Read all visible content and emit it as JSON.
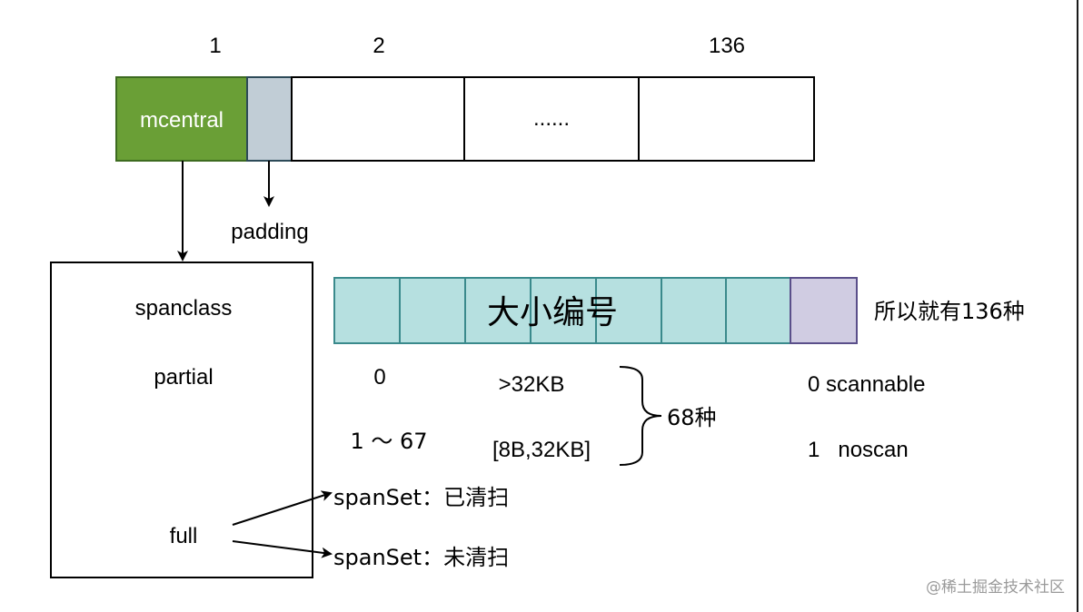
{
  "top_array": {
    "indices": [
      "1",
      "2",
      "136"
    ],
    "mcentral_label": "mcentral",
    "ellipsis": "......",
    "padding_label": "padding",
    "colors": {
      "mcentral": "#6a9f36",
      "padding": "#c1cdd6"
    }
  },
  "mcentral_box": {
    "fields": [
      "spanclass",
      "partial",
      "full"
    ]
  },
  "span_sets": {
    "swept": "spanSet：已清扫",
    "unswept": "spanSet：未清扫"
  },
  "size_class": {
    "label": "大小编号",
    "total": "所以就有136种",
    "colors": {
      "cells": "#b6e0e0",
      "noscan_bit": "#d0cce2"
    },
    "rows": [
      {
        "index": "0",
        "range": ">32KB"
      },
      {
        "index": "1 ～ 67",
        "range": "[8B,32KB]"
      }
    ],
    "group_count": "68种"
  },
  "scan_bit": {
    "options": [
      "0 scannable",
      "1   noscan"
    ]
  },
  "watermark": "@稀土掘金技术社区"
}
